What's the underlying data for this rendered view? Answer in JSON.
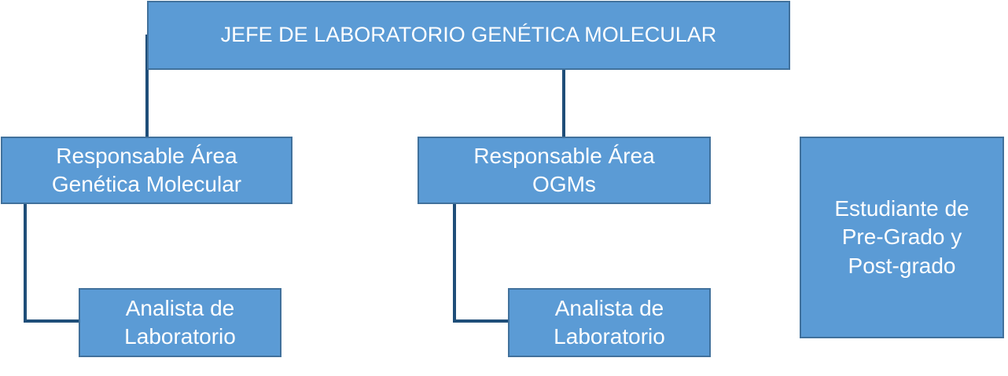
{
  "org_chart": {
    "root": {
      "label": "JEFE DE LABORATORIO GENÉTICA MOLECULAR"
    },
    "responsable_genetica": {
      "label": "Responsable Área\nGenética Molecular"
    },
    "responsable_ogms": {
      "label": "Responsable Área\nOGMs"
    },
    "estudiante": {
      "label": "Estudiante de\nPre-Grado y\nPost-grado"
    },
    "analista_genetica": {
      "label": "Analista de\nLaboratorio"
    },
    "analista_ogms": {
      "label": "Analista de\nLaboratorio"
    }
  },
  "colors": {
    "box_fill": "#5b9bd5",
    "box_border": "#41719c",
    "connector": "#1f4e79",
    "text": "#ffffff"
  }
}
